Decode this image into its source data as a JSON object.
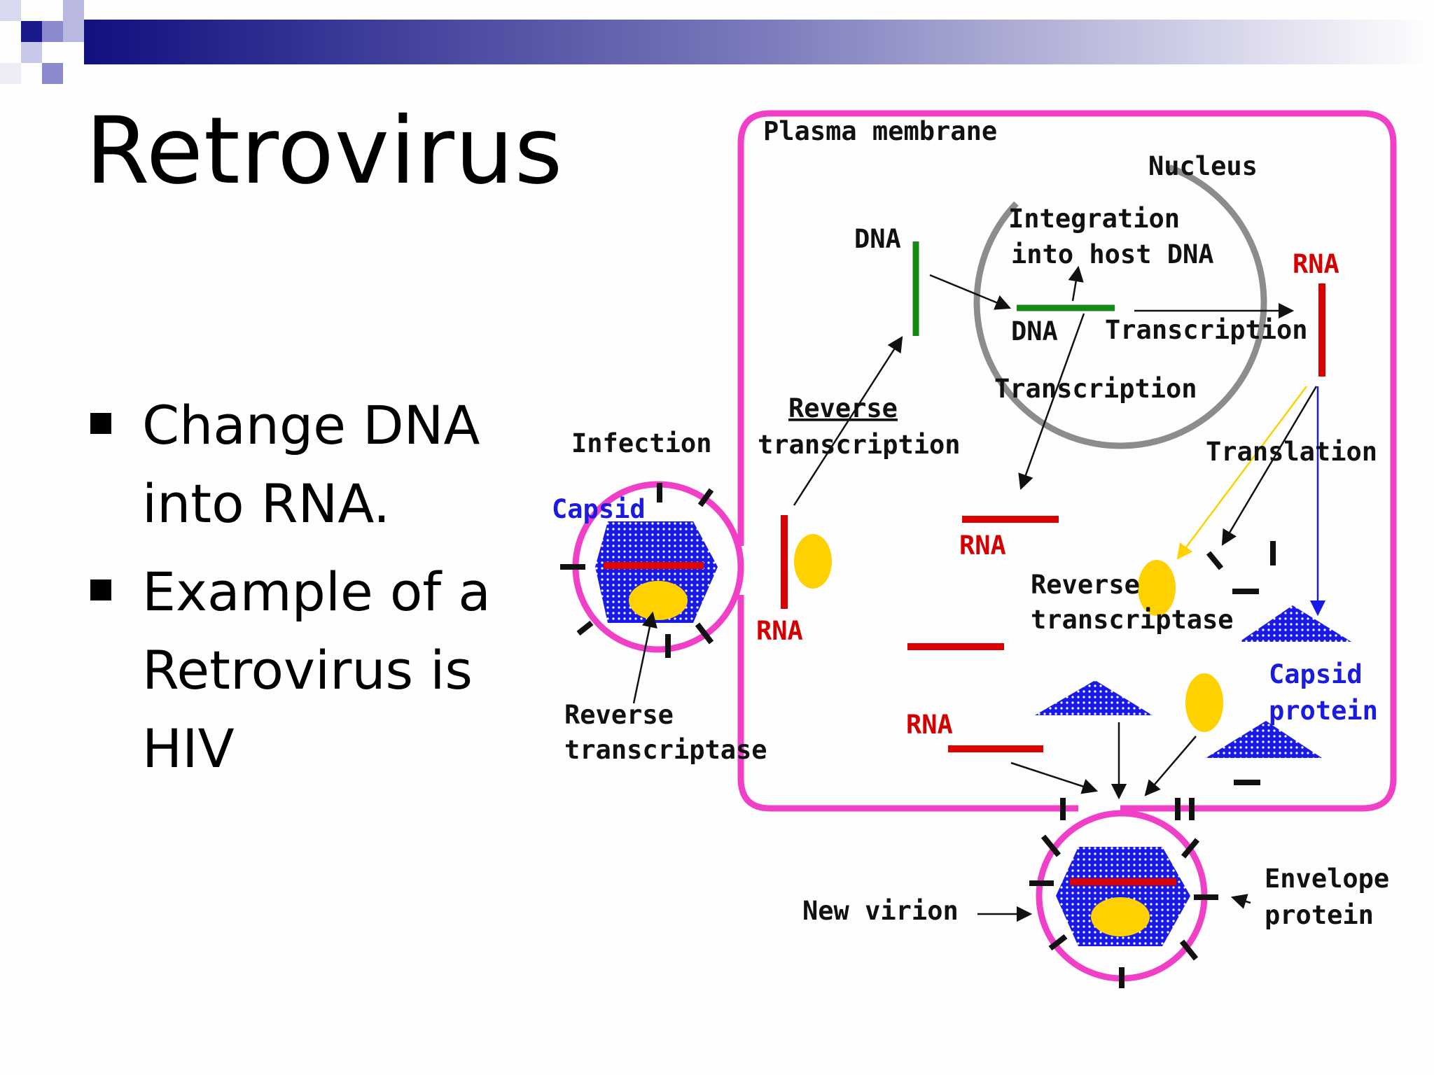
{
  "slide": {
    "title": "Retrovirus",
    "bullets": [
      "Change DNA into RNA.",
      "Example of a Retrovirus is HIV"
    ]
  },
  "diagram": {
    "labels": {
      "plasma_membrane": "Plasma membrane",
      "nucleus": "Nucleus",
      "integration_1": "Integration",
      "integration_2": "into host DNA",
      "dna_left": "DNA",
      "dna_nucleus": "DNA",
      "transcription_right": "Transcription",
      "transcription_inner": "Transcription",
      "rna_top_right": "RNA",
      "reverse_transcription_1": "Reverse",
      "reverse_transcription_2": "transcription",
      "infection": "Infection",
      "capsid": "Capsid",
      "translation": "Translation",
      "rna_mid": "RNA",
      "rna_left": "RNA",
      "rna_bottom": "RNA",
      "rt_mid_1": "Reverse",
      "rt_mid_2": "transcriptase",
      "capsid_protein_1": "Capsid",
      "capsid_protein_2": "protein",
      "rt_bottom_1": "Reverse",
      "rt_bottom_2": "transcriptase",
      "new_virion": "New virion",
      "envelope_1": "Envelope",
      "envelope_2": "protein"
    }
  },
  "colors": {
    "membrane": "#f040c8",
    "nucleus": "#8c8c8c",
    "dna": "#138a13",
    "rna": "#dc0000",
    "capsid": "#1a1ae6",
    "enzyme": "#ffd100",
    "banner_dark": "#1a1a8c"
  }
}
